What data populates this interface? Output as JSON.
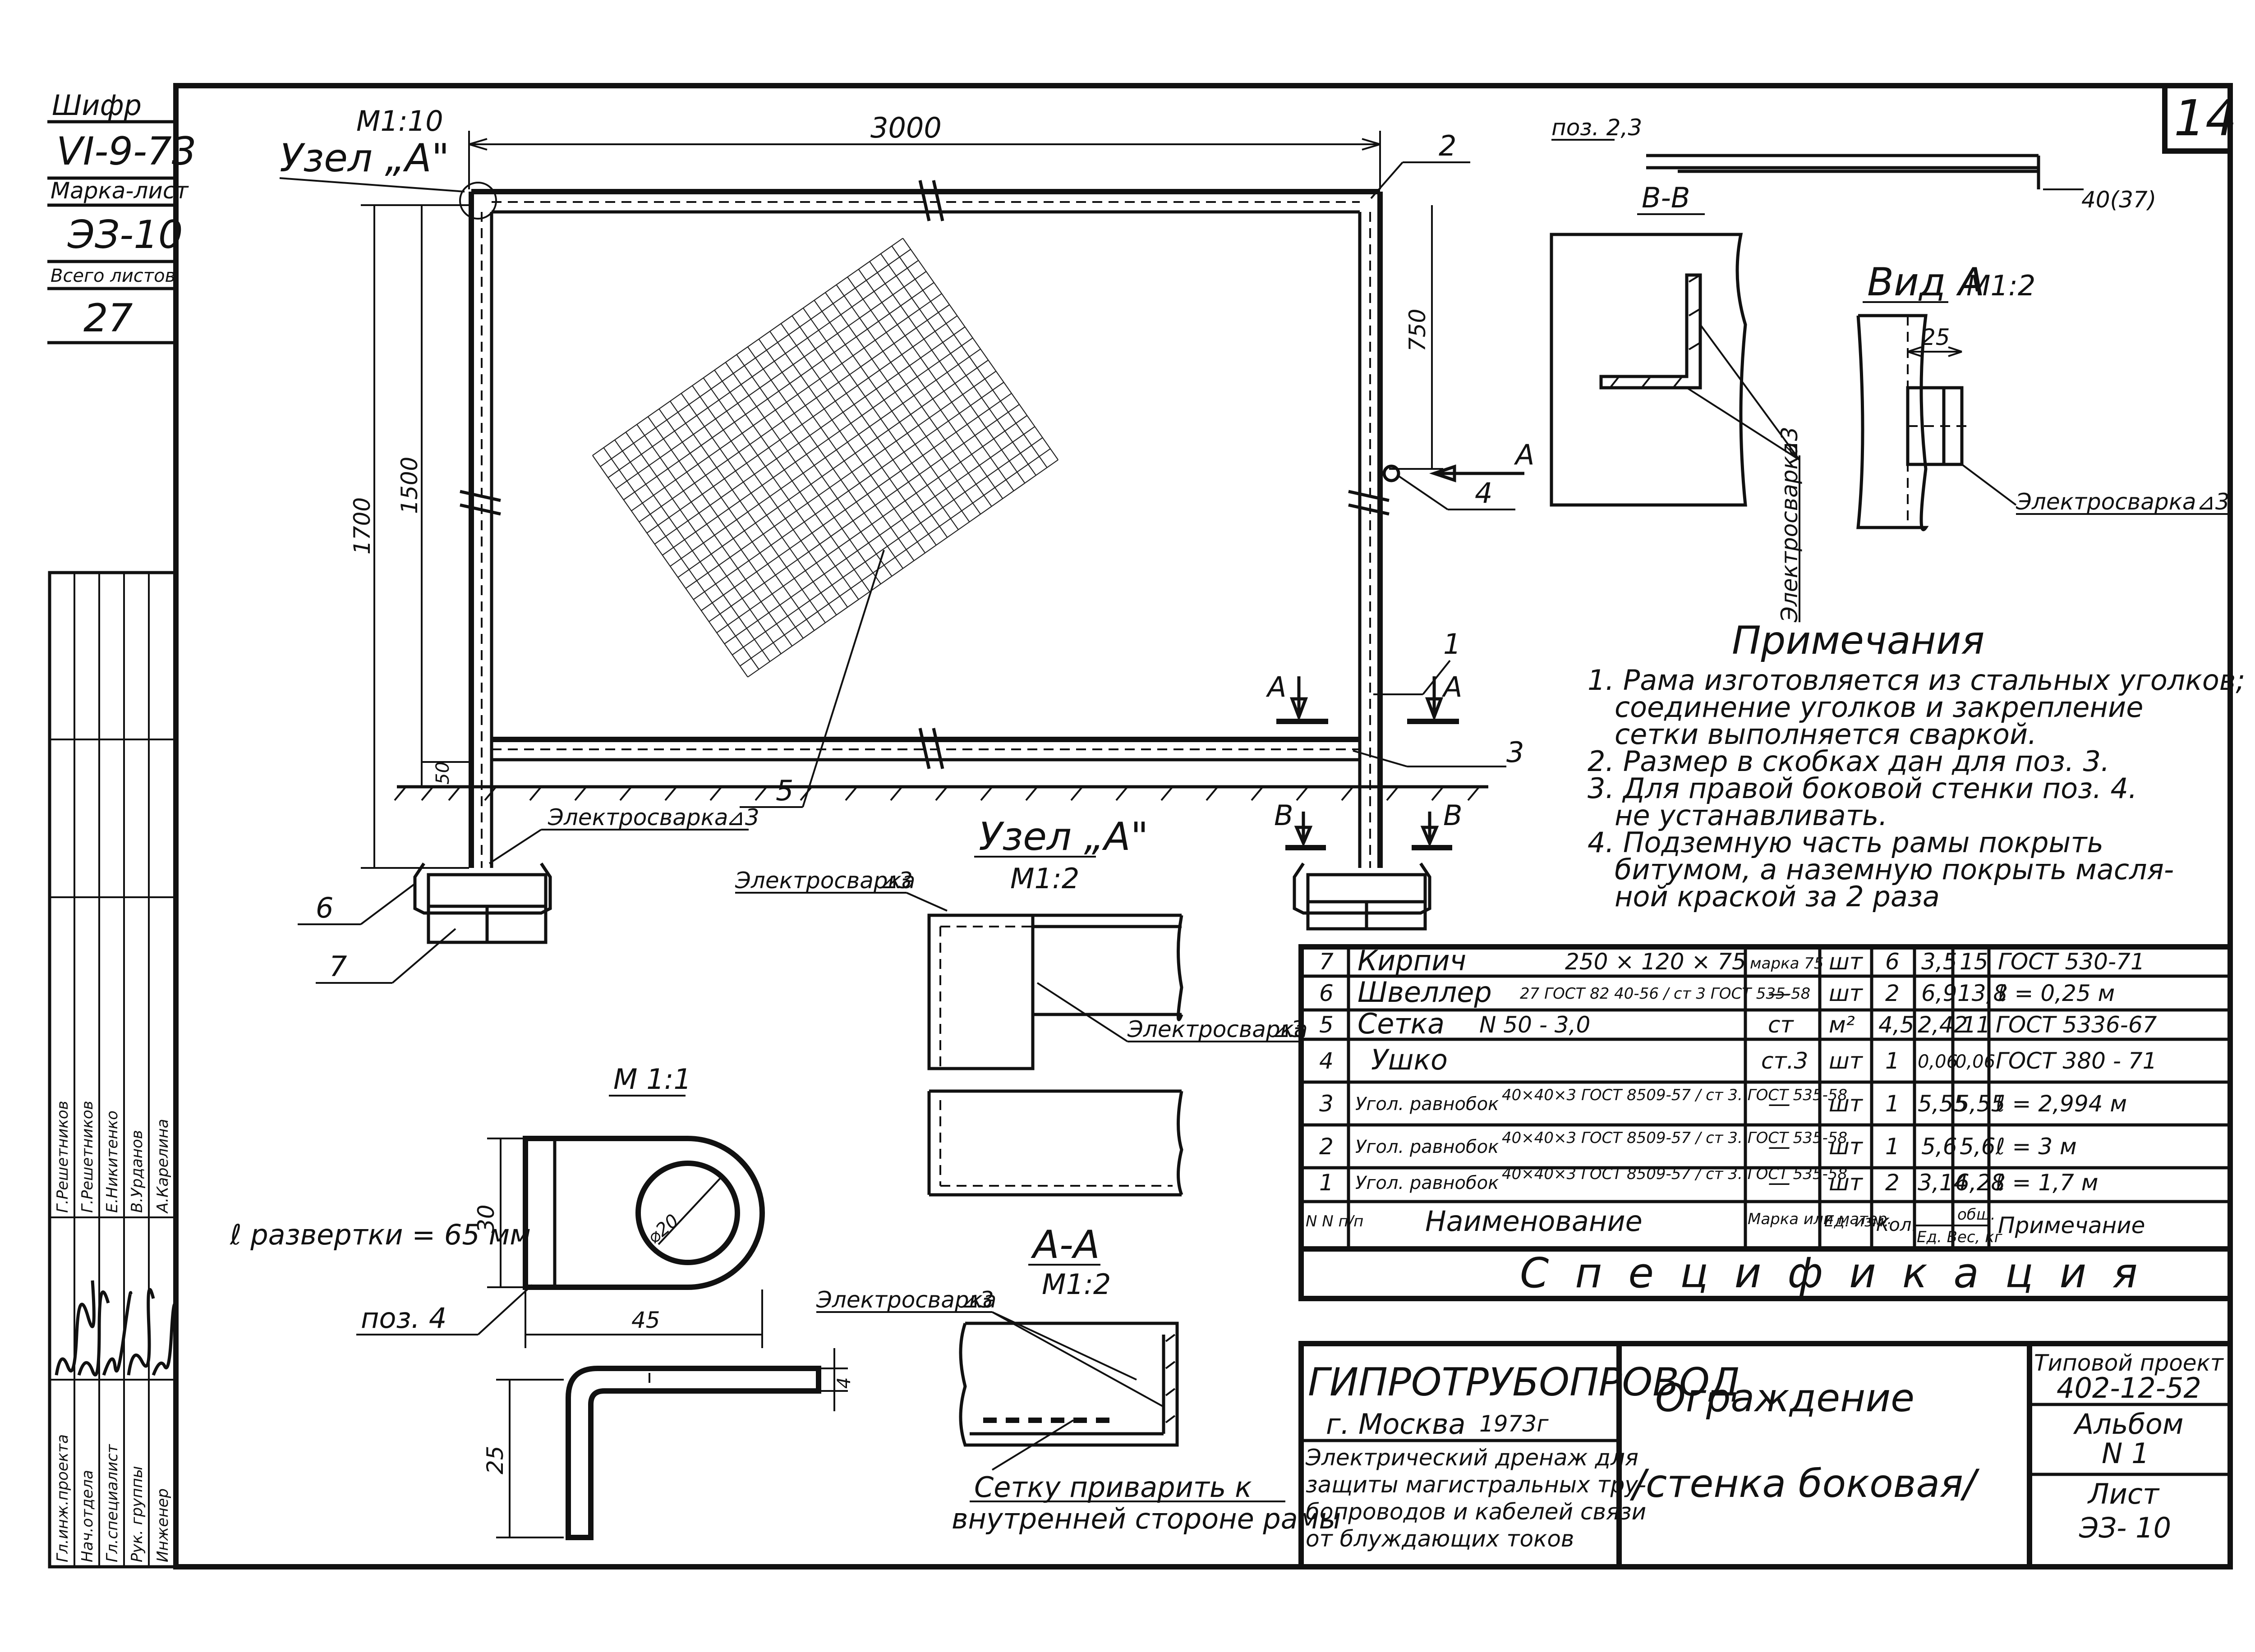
{
  "sidebar": {
    "shifr_label": "Шифр",
    "shifr_value": "VI-9-73",
    "marka_label": "Марка-лист",
    "marka_value": "ЭЗ-10",
    "vsego_label": "Всего листов",
    "vsego_value": "27",
    "roles": [
      "Гл.инж.проекта",
      "Нач.отдела",
      "Гл.специалист",
      "Рук. группы",
      "Инженер"
    ],
    "people": [
      "Г.Решетников",
      "Г.Решетников",
      "Е.Никитенко",
      "В.Урданов",
      "А.Карелина"
    ]
  },
  "sheet_number": "14",
  "main_view": {
    "scale": "М1:10",
    "node_label": "Узел „А\"",
    "dim_width": "3000",
    "dim_height_total": "1700",
    "dim_height_inner": "1500",
    "dim_top": "750",
    "dim_ground": "50",
    "weld_label": "Электросварка",
    "weld_mark": "⊿3",
    "pos_labels": [
      "1",
      "2",
      "3",
      "4",
      "5",
      "6",
      "7"
    ],
    "section_a": "А",
    "section_b": "В",
    "arrow_a": "А"
  },
  "pos23": {
    "label": "поз. 2,3",
    "dim": "40(37)"
  },
  "section_bb": {
    "label": "В-В",
    "weld_label": "Электросварка",
    "weld_mark": "⊿3"
  },
  "view_a": {
    "label": "Вид А",
    "scale": "М1:2",
    "dim": "25",
    "weld_label": "Электросварка",
    "weld_mark": "⊿3"
  },
  "node_a": {
    "label": "Узел „А\"",
    "scale": "М1:2",
    "weld_label_top": "Электросварка",
    "weld_label_right": "Электросварка",
    "weld_mark": "⊿3"
  },
  "ear": {
    "scale": "М 1:1",
    "dev_length": "ℓ развертки = 65 мм",
    "dim_height": "30",
    "dim_width": "45",
    "dim_bottom": "25",
    "dim_thick": "4",
    "dim_hole": "⌀20",
    "pos_label": "поз. 4"
  },
  "section_aa": {
    "label": "А-А",
    "scale": "М1:2",
    "weld_label": "Электросварка",
    "weld_mark": "⊿3",
    "note_line1": "Сетку приварить к",
    "note_line2": "внутренней стороне рамы"
  },
  "notes": {
    "title": "Примечания",
    "lines": [
      "1. Рама изготовляется из стальных уголков;",
      "соединение уголков и закрепление",
      "сетки выполняется сваркой.",
      "2. Размер в скобках дан для поз. 3.",
      "3. Для правой боковой стенки поз. 4.",
      "не устанавливать.",
      "4. Подземную часть рамы покрыть",
      "битумом, а наземную покрыть масля-",
      "ной краской за 2 раза"
    ]
  },
  "spec": {
    "title": "Спецификация",
    "header": {
      "num": "N N п/п",
      "name": "Наименование",
      "mat": "Марка или матер.",
      "unit": "Ед. изм.",
      "qty": "Кол.",
      "w1": "Ед. Вес, кг",
      "w2": "общ.",
      "note": "Примечание"
    },
    "rows": [
      {
        "num": "7",
        "name": "Кирпич",
        "sub": "250 × 120 × 75",
        "mat": "марка 75",
        "unit": "шт",
        "qty": "6",
        "w1": "3,5",
        "w2": "15",
        "note": "ГОСТ 530-71"
      },
      {
        "num": "6",
        "name": "Швеллер",
        "sub": "27 ГОСТ 82 40-56 / ст 3 ГОСТ 535-58",
        "mat": "—",
        "unit": "шт",
        "qty": "2",
        "w1": "6,9",
        "w2": "13,8",
        "note": "ℓ = 0,25 м"
      },
      {
        "num": "5",
        "name": "Сетка",
        "sub": "N 50 - 3,0",
        "mat": "ст",
        "unit": "м²",
        "qty": "4,5",
        "w1": "2,42",
        "w2": "11",
        "note": "ГОСТ 5336-67"
      },
      {
        "num": "4",
        "name": "Ушко",
        "sub": "",
        "mat": "ст.3",
        "unit": "шт",
        "qty": "1",
        "w1": "0,06",
        "w2": "0,06",
        "note": "ГОСТ 380 - 71"
      },
      {
        "num": "3",
        "name": "Угол. равнобок",
        "sub": "40×40×3 ГОСТ 8509-57 / ст 3. ГОСТ 535-58",
        "mat": "—",
        "unit": "шт",
        "qty": "1",
        "w1": "5,55",
        "w2": "5,55",
        "note": "ℓ = 2,994 м"
      },
      {
        "num": "2",
        "name": "Угол. равнобок",
        "sub": "40×40×3 ГОСТ 8509-57 / ст 3. ГОСТ 535-58",
        "mat": "—",
        "unit": "шт",
        "qty": "1",
        "w1": "5,6",
        "w2": "5,6",
        "note": "ℓ = 3 м"
      },
      {
        "num": "1",
        "name": "Угол. равнобок",
        "sub": "40×40×3 ГОСТ 8509-57 / ст 3. ГОСТ 535-58",
        "mat": "—",
        "unit": "шт",
        "qty": "2",
        "w1": "3,14",
        "w2": "6,28",
        "note": "ℓ = 1,7 м"
      }
    ]
  },
  "title_block": {
    "org": "ГИПРОТРУБОПРОВОД",
    "city": "г. Москва",
    "year": "1973г",
    "desc_lines": [
      "Электрический дренаж для",
      "защиты магистральных тру-",
      "бопроводов и кабелей связи",
      "от блуждающих токов"
    ],
    "drawing_title": "Ограждение",
    "drawing_subtitle": "/стенка боковая/",
    "project_label": "Типовой проект",
    "project_code": "402-12-52",
    "album_label": "Альбом",
    "album_num": "N 1",
    "sheet_label": "Лист",
    "sheet_code": "ЭЗ- 10"
  }
}
